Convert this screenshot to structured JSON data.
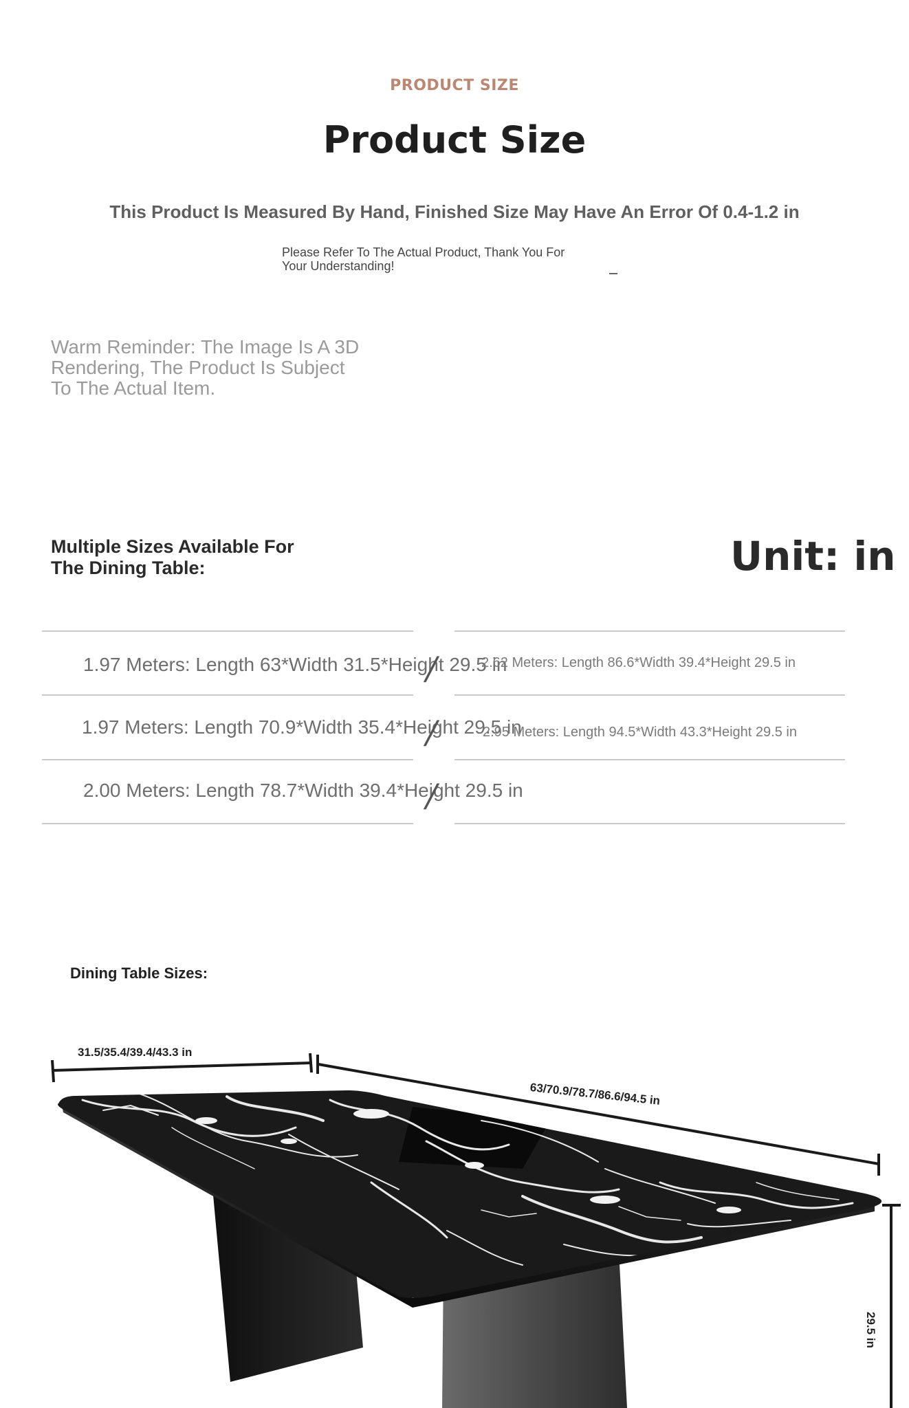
{
  "header": {
    "eyebrow": "PRODUCT SIZE",
    "title": "Product Size",
    "subtitle": "This Product Is Measured By Hand, Finished Size May Have An Error Of 0.4-1.2 in",
    "note_line1": "Please Refer To The Actual Product, Thank You For",
    "note_line2": "Your Understanding!"
  },
  "reminder": {
    "line1": "Warm Reminder: The Image Is A 3D",
    "line2": "Rendering, The Product Is Subject",
    "line3": "To The Actual Item."
  },
  "sizes": {
    "heading_line1": "Multiple Sizes Available For",
    "heading_line2": "The Dining Table:",
    "unit": "Unit: in",
    "rows": [
      {
        "left": "1.97 Meters: Length 63*Width 31.5*Height 29.5 in",
        "right": "2.62 Meters: Length 86.6*Width 39.4*Height 29.5 in"
      },
      {
        "left": "1.97 Meters: Length 70.9*Width 35.4*Height 29.5 in",
        "right": "2.95 Meters: Length 94.5*Width 43.3*Height 29.5 in"
      },
      {
        "left": "2.00 Meters: Length 78.7*Width 39.4*Height 29.5 in",
        "right": ""
      }
    ]
  },
  "dining": {
    "label": "Dining Table Sizes:",
    "width_dim": "31.5/35.4/39.4/43.3 in",
    "length_dim": "63/70.9/78.7/86.6/94.5 in",
    "height_dim": "29.5 in"
  },
  "colors": {
    "eyebrow": "#b98772",
    "marble": "#1a1a1a",
    "legs": "#2b2b2b"
  }
}
